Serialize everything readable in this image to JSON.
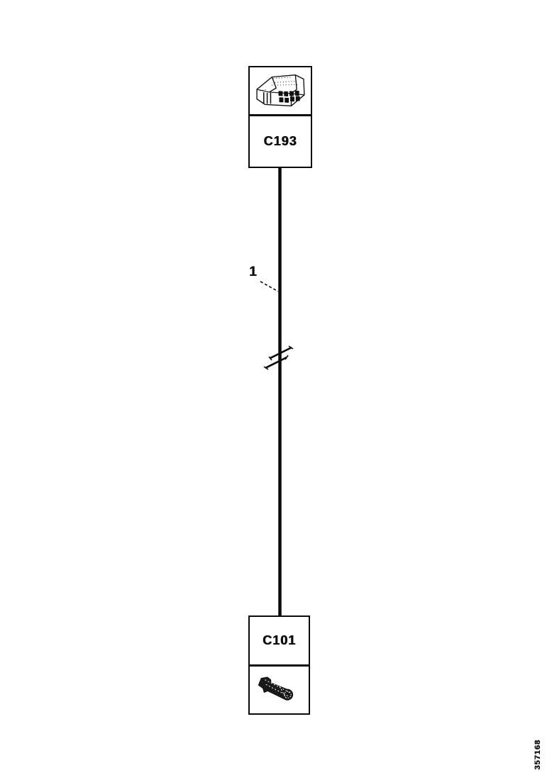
{
  "diagram": {
    "top_connector": {
      "label": "C193"
    },
    "bottom_connector": {
      "label": "C101"
    },
    "wire": {
      "callout": "1"
    },
    "figure_number": "357168",
    "colors": {
      "ink": "#0a0a0a",
      "paper": "#ffffff"
    }
  }
}
